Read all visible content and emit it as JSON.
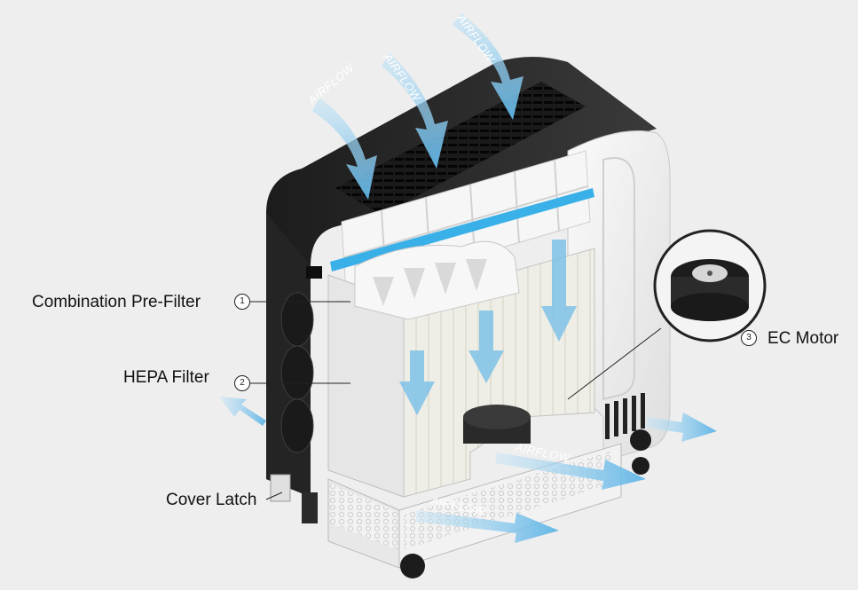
{
  "callouts": {
    "prefilter": {
      "number": "1",
      "label": "Combination Pre-Filter"
    },
    "hepa": {
      "number": "2",
      "label": "HEPA Filter"
    },
    "motor": {
      "number": "3",
      "label": "EC Motor"
    },
    "latch": {
      "label": "Cover Latch"
    }
  },
  "airflow_label": "AIRFLOW",
  "colors": {
    "background": "#eeeeee",
    "housing_dark": "#2a2a2a",
    "housing_light": "#f4f4f4",
    "accent_blue": "#3ab0e8",
    "arrow_blue": "#8fcbec"
  }
}
